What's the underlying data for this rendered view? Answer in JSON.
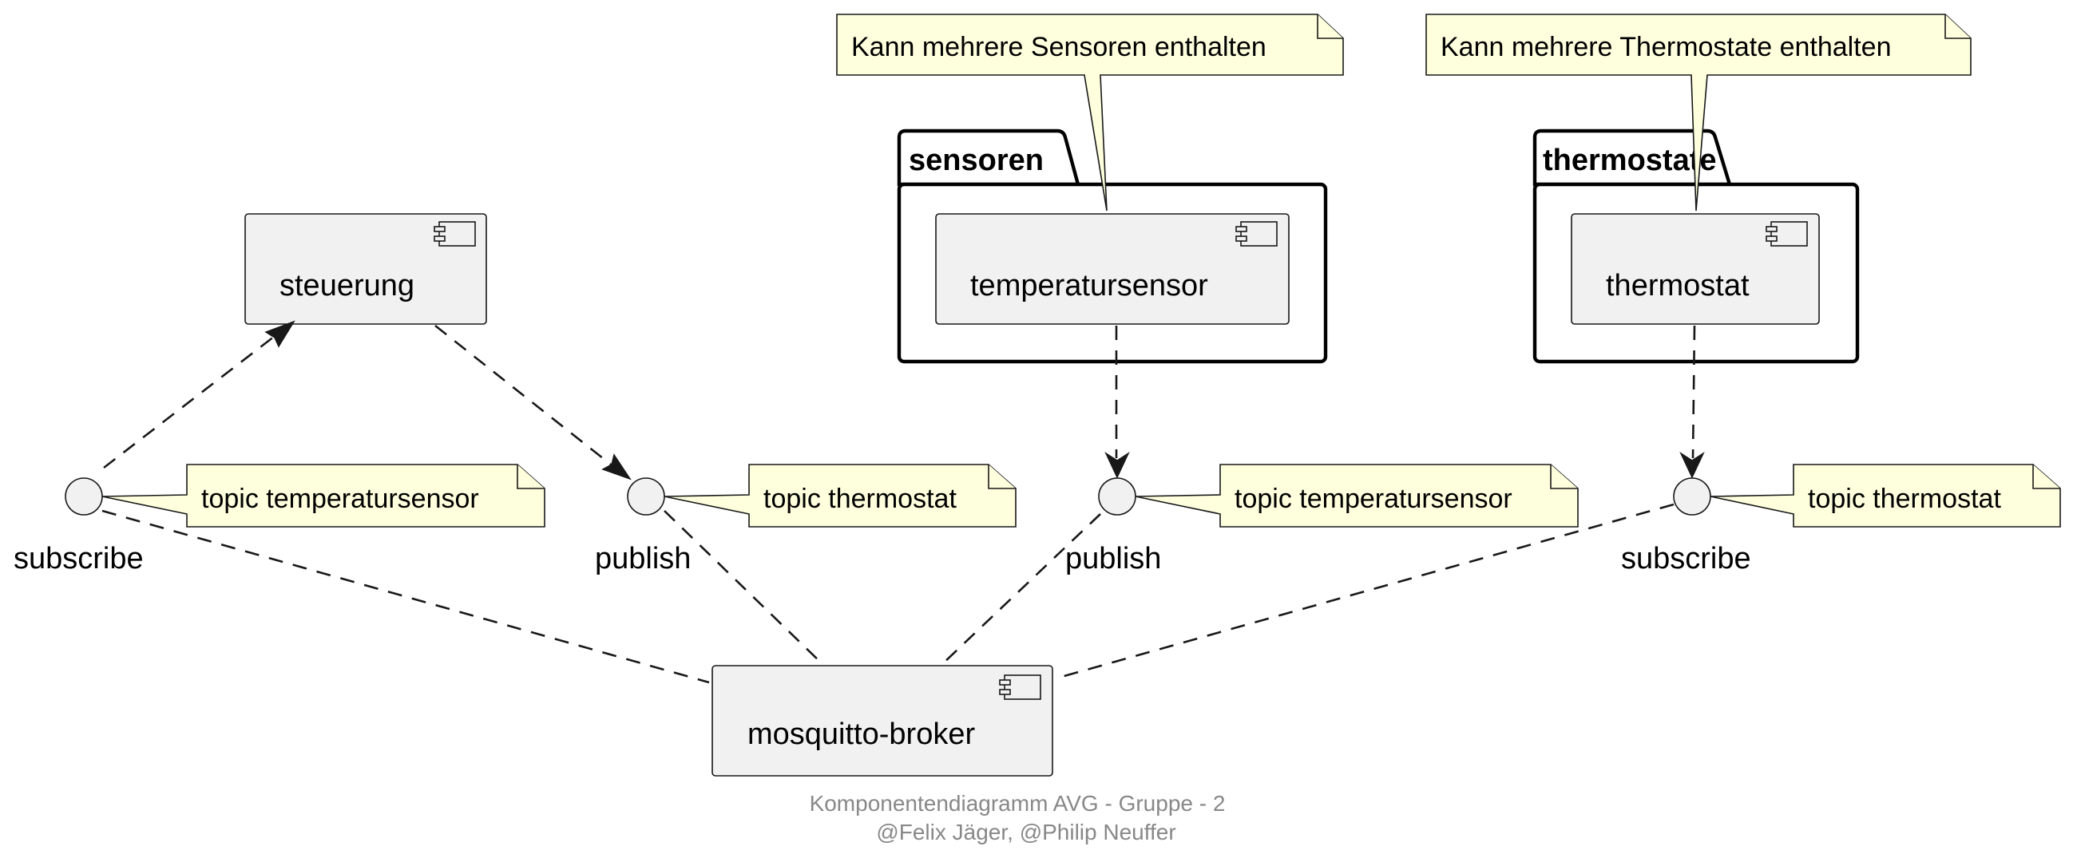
{
  "packages": {
    "sensoren": {
      "label": "sensoren"
    },
    "thermostate": {
      "label": "thermostate"
    }
  },
  "components": {
    "steuerung": {
      "label": "steuerung",
      "icon": "component-icon"
    },
    "temperatursensor": {
      "label": "temperatursensor",
      "icon": "component-icon"
    },
    "thermostat": {
      "label": "thermostat",
      "icon": "component-icon"
    },
    "mosquitto_broker": {
      "label": "mosquitto-broker",
      "icon": "component-icon"
    }
  },
  "interfaces": {
    "subscribe_left": {
      "label": "subscribe"
    },
    "publish_steuerung": {
      "label": "publish"
    },
    "publish_sensor": {
      "label": "publish"
    },
    "subscribe_right": {
      "label": "subscribe"
    }
  },
  "notes": {
    "sensoren_note": {
      "text": "Kann mehrere Sensoren enthalten"
    },
    "thermostate_note": {
      "text": "Kann mehrere Thermostate enthalten"
    },
    "subscribe_left_note": {
      "text": "topic temperatursensor"
    },
    "publish_steuerung_note": {
      "text": "topic thermostat"
    },
    "publish_sensor_note": {
      "text": "topic temperatursensor"
    },
    "subscribe_right_note": {
      "text": "topic thermostat"
    }
  },
  "caption": {
    "line1": "Komponentendiagramm AVG - Gruppe - 2",
    "line2": "@Felix Jäger, @Philip Neuffer"
  },
  "colors": {
    "component_fill": "#f1f1f1",
    "note_fill": "#feffdd",
    "stroke": "#181818",
    "caption": "#888888"
  }
}
